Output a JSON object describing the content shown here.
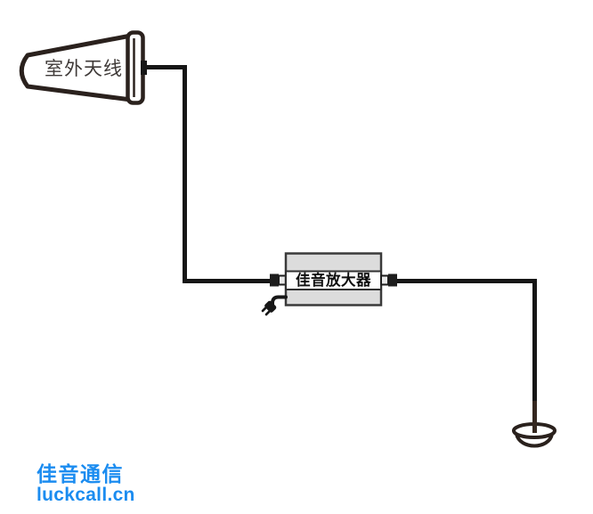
{
  "diagram": {
    "outdoor_antenna": {
      "label": "室外天线"
    },
    "amplifier": {
      "label": "佳音放大器"
    },
    "components": [
      "outdoor-antenna-icon",
      "coax-cable-left",
      "amplifier-icon",
      "power-plug-icon",
      "coax-cable-right",
      "ceiling-antenna-icon"
    ]
  },
  "branding": {
    "company": "佳音通信",
    "domain": "luckcall.cn"
  },
  "colors": {
    "ink": "#2a211d",
    "wire": "#161616",
    "wire_tip_brown": "#34271f",
    "amplifier_fill": "#dcdcdc",
    "amplifier_border": "#3a3a3a",
    "band_fill": "#ffffff",
    "label_gray": "#3f3a38",
    "brand_blue": "#1b8cf0",
    "background": "#ffffff"
  }
}
